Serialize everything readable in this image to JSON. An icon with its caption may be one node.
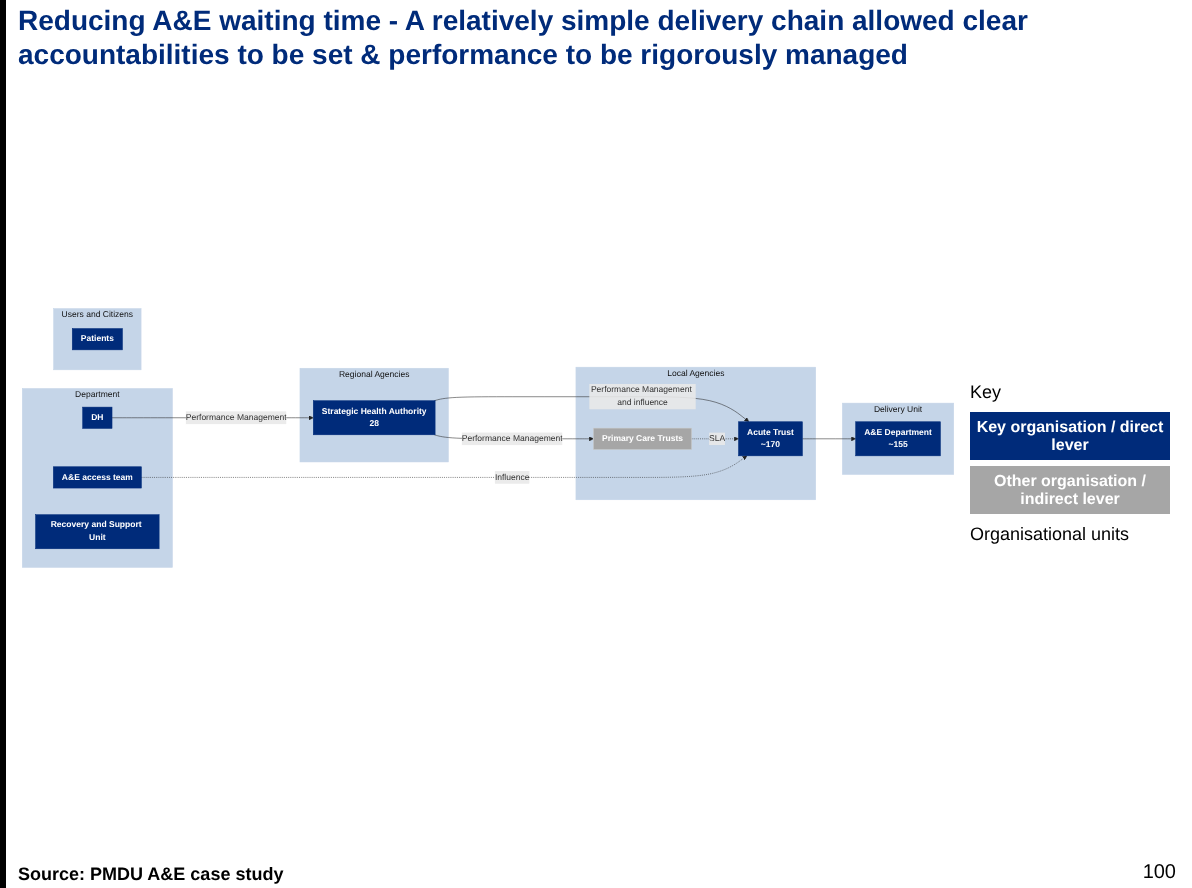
{
  "diagram": {
    "title": "Reducing A&E waiting time - A relatively simple delivery chain allowed clear accountabilities to be set & performance to be rigorously managed",
    "caption": "Source: PMDU A&E case study",
    "nodes": [
      {
        "text": [
          "Department"
        ]
      },
      {
        "text": [
          "DH"
        ],
        "in": 0
      },
      {
        "text": [
          "A&E access team"
        ],
        "in": 0
      },
      {
        "text": [
          "Recovery and Support Unit"
        ],
        "in": 0
      },
      {
        "text": [
          "Regional Agencies"
        ]
      },
      {
        "text": [
          "Strategic Health Authority",
          "28"
        ],
        "in": 4
      },
      {
        "text": [
          "Local Agencies"
        ]
      },
      {
        "text": [
          "Acute Trust",
          "~170"
        ],
        "in": 6
      },
      {
        "text": [
          "Primary Care Trusts"
        ],
        "in": 6
      },
      {
        "text": [
          "Delivery Unit"
        ]
      },
      {
        "text": [
          "A&E Department",
          "~155"
        ],
        "in": 9
      },
      {
        "text": [
          "Users and Citizens"
        ]
      },
      {
        "text": [
          "Patients"
        ],
        "in": 11
      }
    ],
    "edges": [
      {
        "from": 1,
        "to": 5,
        "arrow": "to",
        "label": "Performance Management"
      },
      {
        "from": 5,
        "to": 7,
        "arrow": "to",
        "label": "Performance Management and influence"
      },
      {
        "from": 7,
        "to": 10,
        "arrow": "to"
      },
      {
        "from": 2,
        "to": 7,
        "arrow": "to",
        "label": "Influence",
        "style": "dashed"
      },
      {
        "from": 8,
        "to": 7,
        "arrow": "to",
        "label": "SLA",
        "style": "dashed"
      },
      {
        "from": 5,
        "to": 8,
        "arrow": "to",
        "label": "Performance Management"
      }
    ],
    "labels": [
      "Key",
      "Organisational units",
      "100"
    ],
    "legend": [
      {
        "text": "Key organisation / direct lever",
        "color": "#002b7a"
      },
      {
        "text": "Other organisation / indirect lever",
        "color": "#a6a6a6"
      }
    ]
  }
}
